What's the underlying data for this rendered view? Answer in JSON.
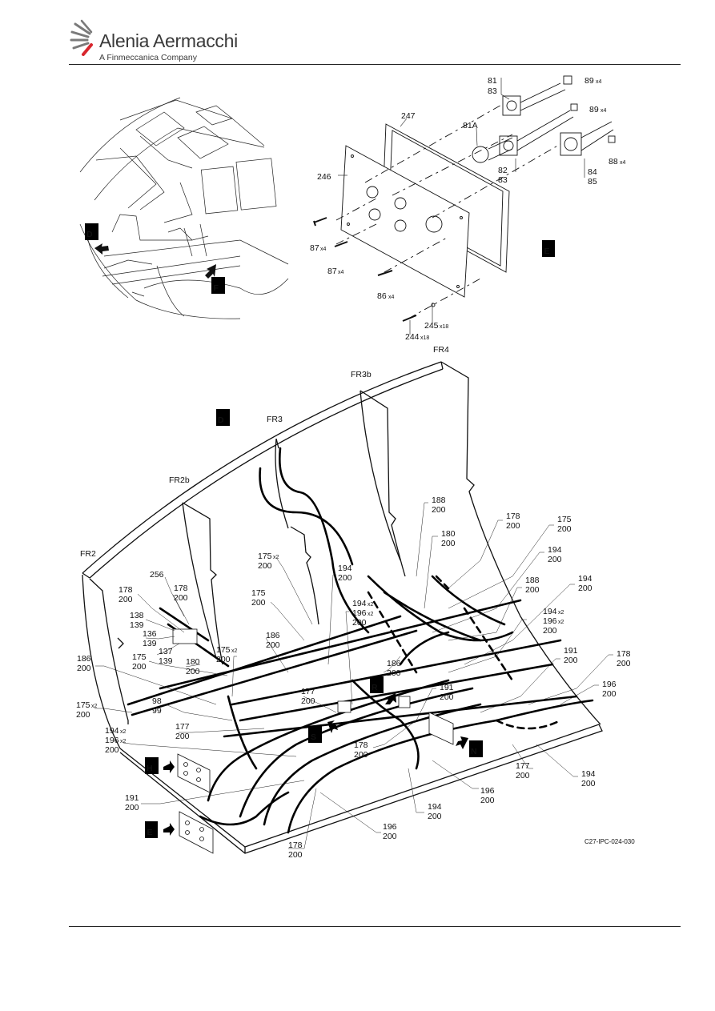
{
  "header": {
    "brand": "Alenia Aermacchi",
    "tagline": "A Finmeccanica Company"
  },
  "detail_e": {
    "callouts": [
      {
        "id": "81-83",
        "lines": [
          "81",
          "83"
        ]
      },
      {
        "id": "89a",
        "lines": [
          "89"
        ],
        "qty": "x4"
      },
      {
        "id": "89b",
        "lines": [
          "89"
        ],
        "qty": "x4"
      },
      {
        "id": "247",
        "lines": [
          "247"
        ]
      },
      {
        "id": "81A",
        "lines": [
          "81A"
        ]
      },
      {
        "id": "246",
        "lines": [
          "246"
        ]
      },
      {
        "id": "82-83",
        "lines": [
          "82",
          "83"
        ]
      },
      {
        "id": "84-85",
        "lines": [
          "84",
          "85"
        ]
      },
      {
        "id": "88",
        "lines": [
          "88"
        ],
        "qty": "x4"
      },
      {
        "id": "87a",
        "lines": [
          "87"
        ],
        "qty": "x4"
      },
      {
        "id": "87b",
        "lines": [
          "87"
        ],
        "qty": "x4"
      },
      {
        "id": "86",
        "lines": [
          "86"
        ],
        "qty": "x4"
      },
      {
        "id": "245",
        "lines": [
          "245"
        ],
        "qty": "x18"
      },
      {
        "id": "244",
        "lines": [
          "244"
        ],
        "qty": "x18"
      }
    ]
  },
  "view_letters": {
    "locator_d": "D",
    "locator_f": "F",
    "detail_e": "E",
    "main_d": "D",
    "r": "R",
    "s": "S",
    "n": "N",
    "h": "H",
    "e_arrow": "E"
  },
  "frames": {
    "fr2": "FR2",
    "fr2b": "FR2b",
    "fr3": "FR3",
    "fr3b": "FR3b",
    "fr4": "FR4"
  },
  "main_callouts": [
    {
      "id": "188-200a",
      "lines": [
        "188",
        "200"
      ]
    },
    {
      "id": "178-200a",
      "lines": [
        "178",
        "200"
      ]
    },
    {
      "id": "175-200a",
      "lines": [
        "175",
        "200"
      ]
    },
    {
      "id": "180-200a",
      "lines": [
        "180",
        "200"
      ]
    },
    {
      "id": "194-200a",
      "lines": [
        "194",
        "200"
      ]
    },
    {
      "id": "188-200b",
      "lines": [
        "188",
        "200"
      ]
    },
    {
      "id": "194-200b",
      "lines": [
        "194",
        "200"
      ]
    },
    {
      "id": "175x2-200a",
      "lines": [
        "175",
        "200"
      ],
      "qty": "x2"
    },
    {
      "id": "194-200c",
      "lines": [
        "194",
        "200"
      ]
    },
    {
      "id": "256",
      "lines": [
        "256"
      ]
    },
    {
      "id": "178-200b",
      "lines": [
        "178",
        "200"
      ]
    },
    {
      "id": "178-200c",
      "lines": [
        "178",
        "200"
      ]
    },
    {
      "id": "175-200b",
      "lines": [
        "175",
        "200"
      ]
    },
    {
      "id": "194x2-196x2-200a",
      "lines": [
        "194",
        "196",
        "200"
      ],
      "qtys": [
        "x2",
        "x2"
      ]
    },
    {
      "id": "138-139",
      "lines": [
        "138",
        "139"
      ]
    },
    {
      "id": "194x2-196x2-200b",
      "lines": [
        "194",
        "196",
        "200"
      ],
      "qtys": [
        "x2",
        "x2"
      ]
    },
    {
      "id": "136-139",
      "lines": [
        "136",
        "139"
      ]
    },
    {
      "id": "137-139",
      "lines": [
        "137",
        "139"
      ]
    },
    {
      "id": "186-200a",
      "lines": [
        "186",
        "200"
      ]
    },
    {
      "id": "175-200c",
      "lines": [
        "175",
        "200"
      ]
    },
    {
      "id": "180-200b",
      "lines": [
        "180",
        "200"
      ]
    },
    {
      "id": "175x2-200b",
      "lines": [
        "175",
        "200"
      ],
      "qty": "x2"
    },
    {
      "id": "191-200a",
      "lines": [
        "191",
        "200"
      ]
    },
    {
      "id": "178-200d",
      "lines": [
        "178",
        "200"
      ]
    },
    {
      "id": "186-200b",
      "lines": [
        "186",
        "200"
      ]
    },
    {
      "id": "186-200c",
      "lines": [
        "186",
        "200"
      ]
    },
    {
      "id": "191-200b",
      "lines": [
        "191",
        "200"
      ]
    },
    {
      "id": "196-200a",
      "lines": [
        "196",
        "200"
      ]
    },
    {
      "id": "175x2-200c",
      "lines": [
        "175",
        "200"
      ],
      "qty": "x2"
    },
    {
      "id": "98-99",
      "lines": [
        "98",
        "99"
      ]
    },
    {
      "id": "177-200a",
      "lines": [
        "177",
        "200"
      ]
    },
    {
      "id": "177-200b",
      "lines": [
        "177",
        "200"
      ]
    },
    {
      "id": "194x2-196x2-200c",
      "lines": [
        "194",
        "196",
        "200"
      ],
      "qtys": [
        "x2",
        "x2"
      ]
    },
    {
      "id": "178-200e",
      "lines": [
        "178",
        "200"
      ]
    },
    {
      "id": "177-200c",
      "lines": [
        "177",
        "200"
      ]
    },
    {
      "id": "194-200d",
      "lines": [
        "194",
        "200"
      ]
    },
    {
      "id": "196-200b",
      "lines": [
        "196",
        "200"
      ]
    },
    {
      "id": "191-200c",
      "lines": [
        "191",
        "200"
      ]
    },
    {
      "id": "194-200e",
      "lines": [
        "194",
        "200"
      ]
    },
    {
      "id": "196-200c",
      "lines": [
        "196",
        "200"
      ]
    },
    {
      "id": "178-200f",
      "lines": [
        "178",
        "200"
      ]
    }
  ],
  "figure_code": "C27-IPC-024-030",
  "icons": [
    "alenia-logo-icon",
    "view-arrow-icon"
  ],
  "colors": {
    "ink": "#111111",
    "logo_red": "#d8262e",
    "logo_grey": "#7a7a7a"
  }
}
